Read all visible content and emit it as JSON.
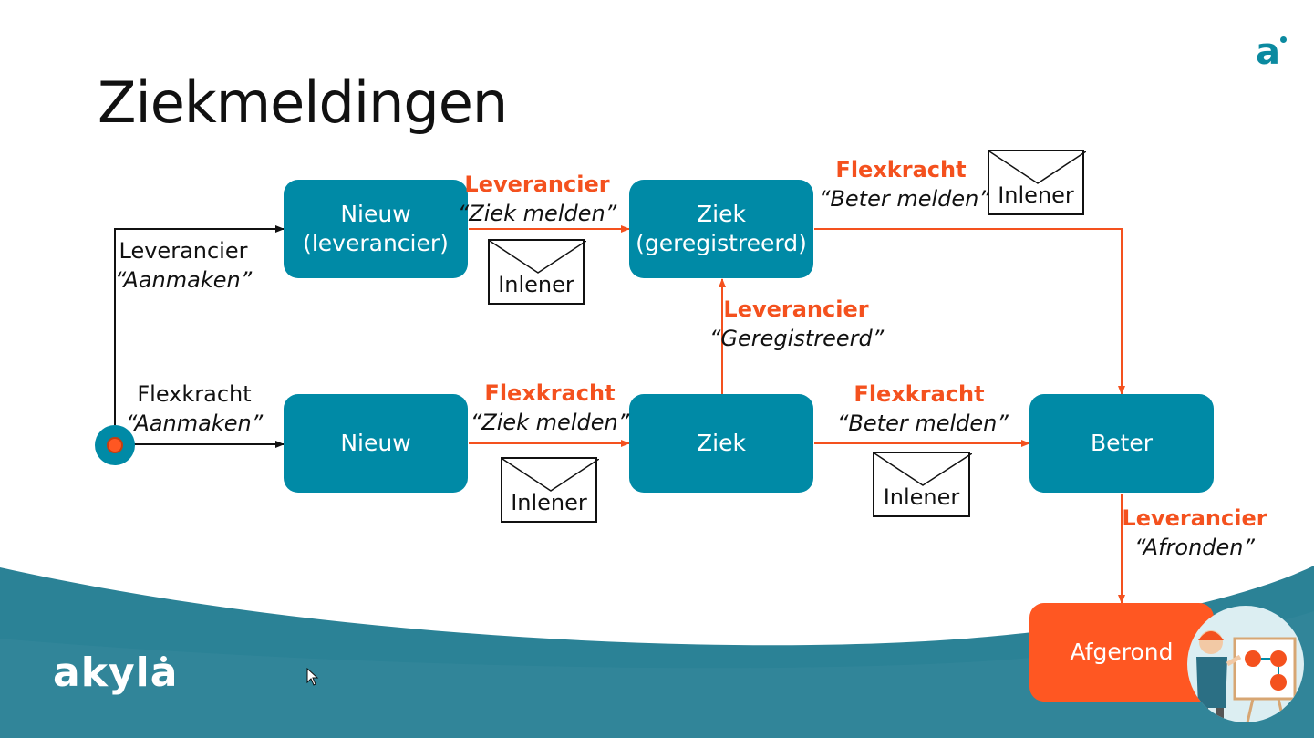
{
  "slide": {
    "title": "Ziekmeldingen"
  },
  "states": {
    "nieuw_leverancier": "Nieuw\n(leverancier)",
    "ziek_geregistreerd": "Ziek\n(geregistreerd)",
    "nieuw": "Nieuw",
    "ziek": "Ziek",
    "beter": "Beter",
    "afgerond": "Afgerond"
  },
  "transitions": {
    "create_leverancier": {
      "actor": "Leverancier",
      "action": "“Aanmaken”"
    },
    "create_flexkracht": {
      "actor": "Flexkracht",
      "action": "“Aanmaken”"
    },
    "lev_ziek_melden": {
      "actor": "Leverancier",
      "action": "“Ziek melden”"
    },
    "flex_ziek_melden": {
      "actor": "Flexkracht",
      "action": "“Ziek melden”"
    },
    "lev_geregistreerd": {
      "actor": "Leverancier",
      "action": "“Geregistreerd”"
    },
    "flex_beter_melden_top": {
      "actor": "Flexkracht",
      "action": "“Beter melden”"
    },
    "flex_beter_melden": {
      "actor": "Flexkracht",
      "action": "“Beter melden”"
    },
    "lev_afronden": {
      "actor": "Leverancier",
      "action": "“Afronden”"
    }
  },
  "notifications": {
    "mail_1": "Inlener",
    "mail_2": "Inlener",
    "mail_3": "Inlener",
    "mail_4": "Inlener"
  },
  "brand": {
    "logo_text": "akyla",
    "mark": "a"
  },
  "colors": {
    "state": "#008aa6",
    "done": "#ff5722",
    "accent": "#f4511e",
    "footer": "#2b8296"
  }
}
